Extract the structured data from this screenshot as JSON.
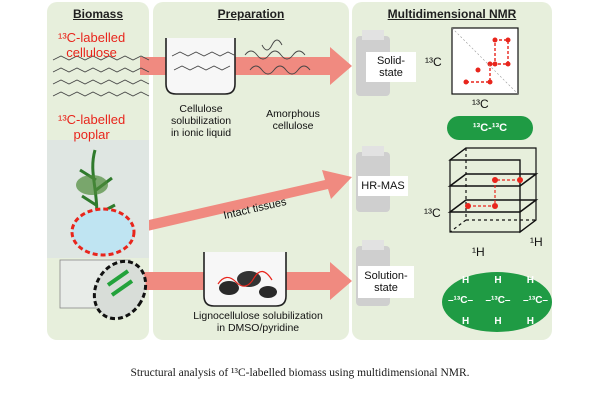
{
  "panels": {
    "biomass": "Biomass",
    "preparation": "Preparation",
    "nmr": "Multidimensional NMR"
  },
  "biomass": {
    "cellulose": "¹³C-labelled\ncellulose",
    "poplar": "¹³C-labelled\npoplar"
  },
  "preparation": {
    "solubilization": "Cellulose\nsolubilization\nin ionic liquid",
    "amorphous": "Amorphous\ncellulose",
    "intact": "Intact tissues",
    "lignocellulose": "Lignocellulose solubilization\nin DMSO/pyridine"
  },
  "nmr": {
    "solid_state": "Solid-\nstate",
    "hr_mas": "HR-MAS",
    "solution_state": "Solution-\nstate",
    "axis_c13": "¹³C",
    "axis_h1": "¹H",
    "cc_label": "¹³C-¹³C",
    "molecule_c": "–¹³C–",
    "molecule_h": "H"
  },
  "caption": "Structural analysis of ¹³C-labelled biomass using multidimensional NMR.",
  "colors": {
    "panel_bg": "#e7efdc",
    "accent_red": "#e8251c",
    "arrow": "#f08a80",
    "green": "#1f9b44"
  }
}
